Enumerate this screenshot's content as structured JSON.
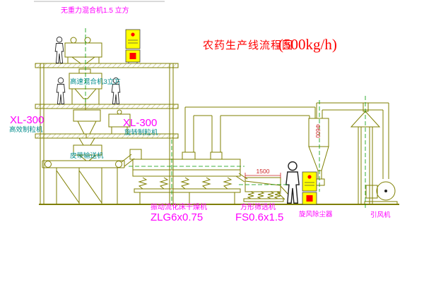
{
  "title": {
    "main": "农药生产线流程图",
    "capacity": "(500kg/h)"
  },
  "labels": {
    "top_mixer": "无重力混合机1.5 立方",
    "high_speed_mixer": "高速混合机3立方",
    "granulator_left_model": "XL-300",
    "granulator_left_name": "高效制粒机",
    "granulator_right_model": "XL-300",
    "granulator_right_name": "旋转制粒机",
    "belt_conveyor": "皮带输送机",
    "dryer_name": "振动流化床干燥机",
    "dryer_model": "ZLG6x0.75",
    "sieve_name": "方形筛选机",
    "sieve_model": "FS0.6x1.5",
    "cyclone_name": "旋风除尘器",
    "fan_name": "引风机"
  },
  "dimensions": {
    "sieve_length": "1500",
    "cyclone_diameter": "Φ600"
  },
  "colors": {
    "outline_olive": "#7f7f00",
    "label_magenta": "#ff00ff",
    "label_cyan": "#008b8b",
    "title_red": "#ff0000",
    "centerline_green": "#009900",
    "cabinet_yellow": "#ffff00",
    "alert_red": "#ff0000",
    "dimension_dark_red": "#cc2222"
  }
}
